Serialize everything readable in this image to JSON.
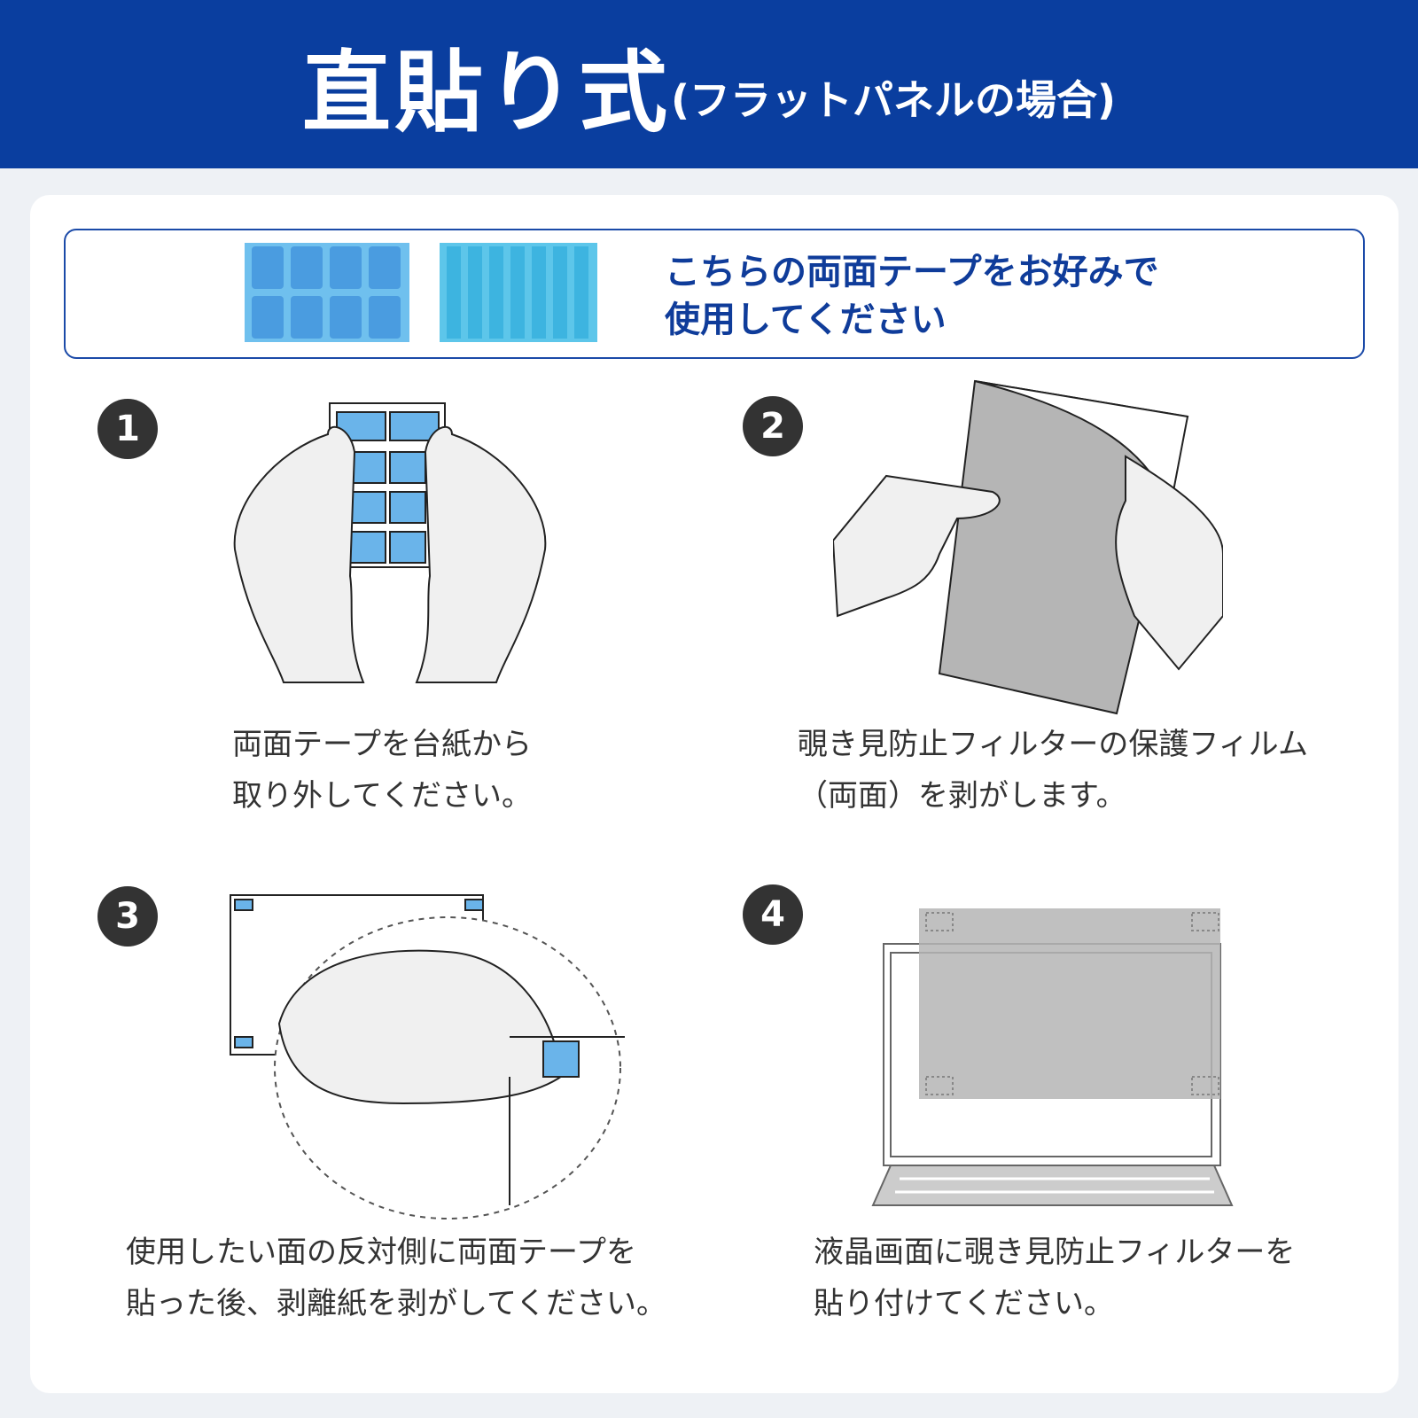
{
  "header": {
    "title": "直貼り式",
    "subtitle": "(フラットパネルの場合)"
  },
  "banner": {
    "line1": "こちらの両面テープをお好みで",
    "line2": "使用してください"
  },
  "steps": [
    {
      "number": "1",
      "line1": "両面テープを台紙から",
      "line2": "取り外してください。"
    },
    {
      "number": "2",
      "line1": "覗き見防止フィルターの保護フィルム",
      "line2": "（両面）を剥がします。"
    },
    {
      "number": "3",
      "line1": "使用したい面の反対側に両面テープを",
      "line2": "貼った後、剥離紙を剥がしてください。"
    },
    {
      "number": "4",
      "line1": "液晶画面に覗き見防止フィルターを",
      "line2": "貼り付けてください。"
    }
  ],
  "colors": {
    "header": "#0a3e9f",
    "tape": "#5aaee8",
    "filter": "#b5b5b5"
  }
}
